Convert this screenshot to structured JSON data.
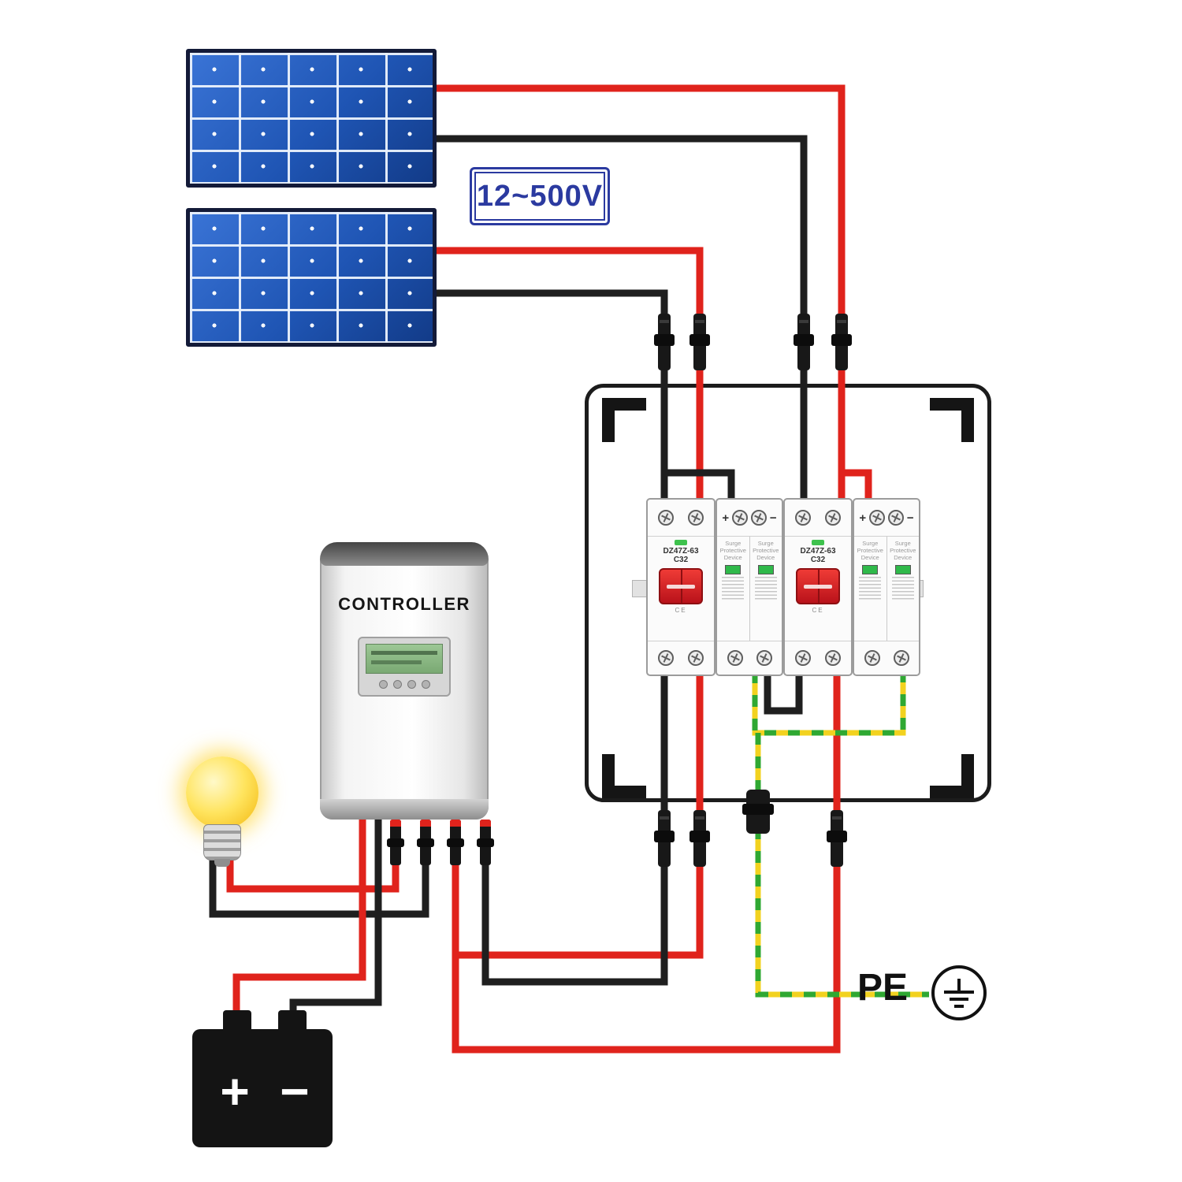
{
  "voltage_label": "12~500V",
  "controller": {
    "label": "CONTROLLER"
  },
  "breaker": {
    "model": "DZ47Z-63",
    "rating": "C32",
    "ce_mark": "CE"
  },
  "spd": {
    "title_line1": "Surge",
    "title_line2": "Protective",
    "title_line3": "Device",
    "plus": "+",
    "minus": "−"
  },
  "battery": {
    "positive": "+",
    "negative": "−"
  },
  "ground": {
    "pe_label": "PE"
  },
  "colors": {
    "wire-red": "#e0231c",
    "wire-black": "#1f1f1f",
    "ground-green": "#2fa832",
    "ground-yellow": "#f2d21f",
    "label-blue": "#2b3aa0",
    "toggle-red": "#ef3b36",
    "lcd-green": "#9cc795"
  }
}
